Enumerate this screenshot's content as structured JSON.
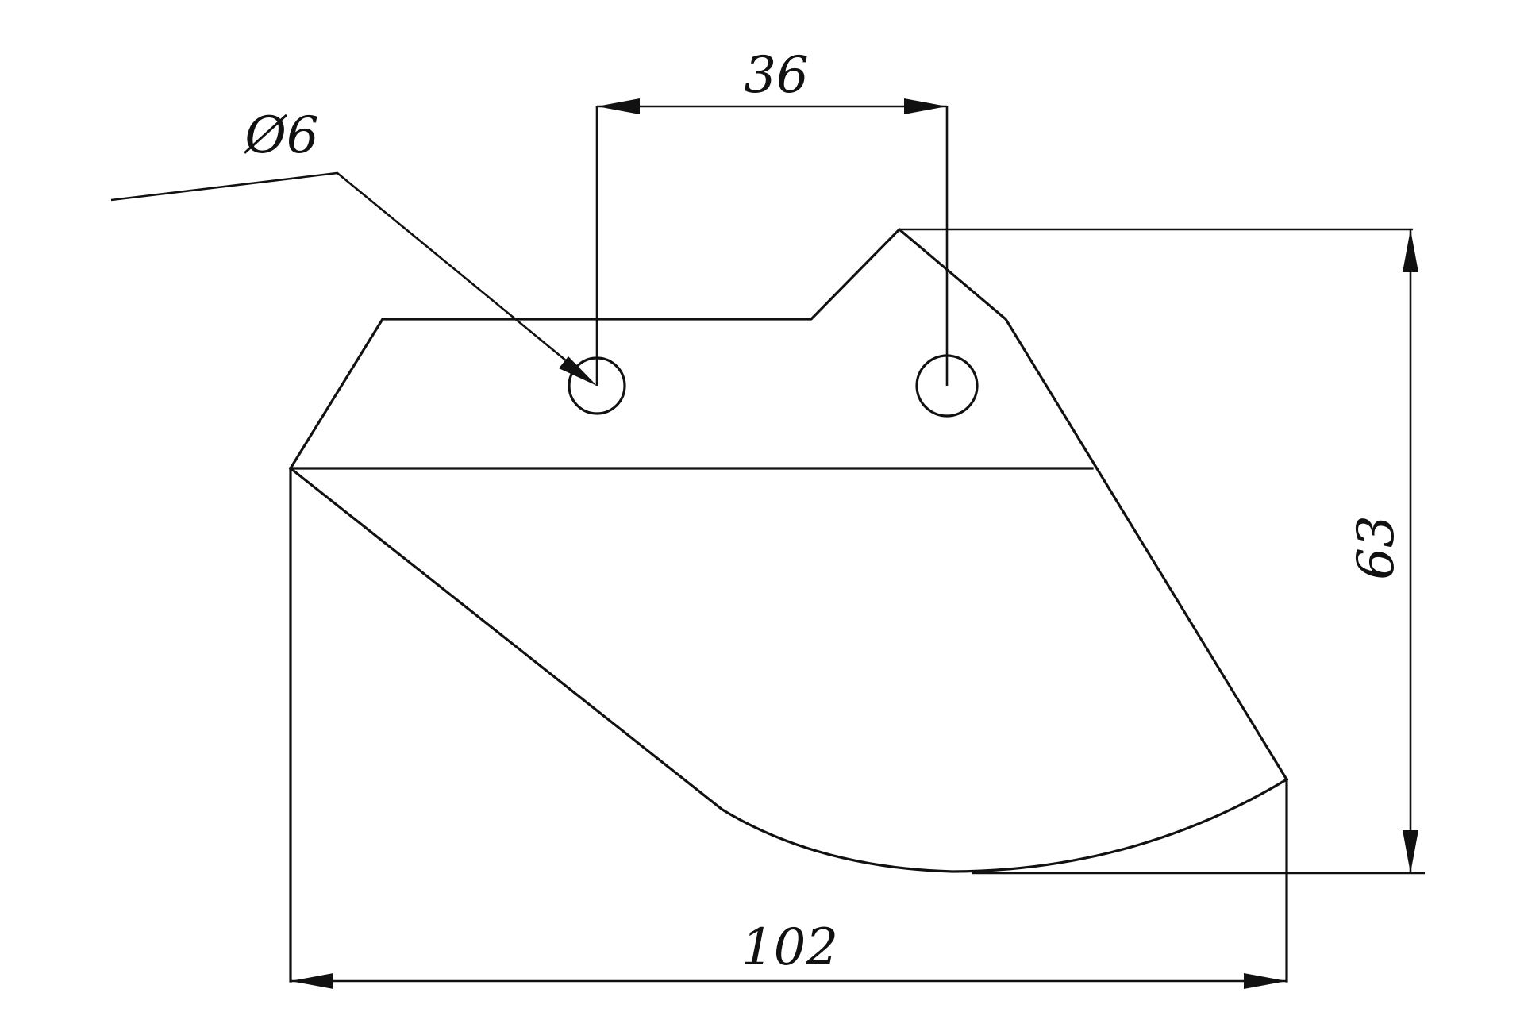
{
  "drawing": {
    "hole_diameter_label": "Ø6",
    "hole_spacing_label": "36",
    "overall_height_label": "63",
    "overall_width_label": "102"
  }
}
